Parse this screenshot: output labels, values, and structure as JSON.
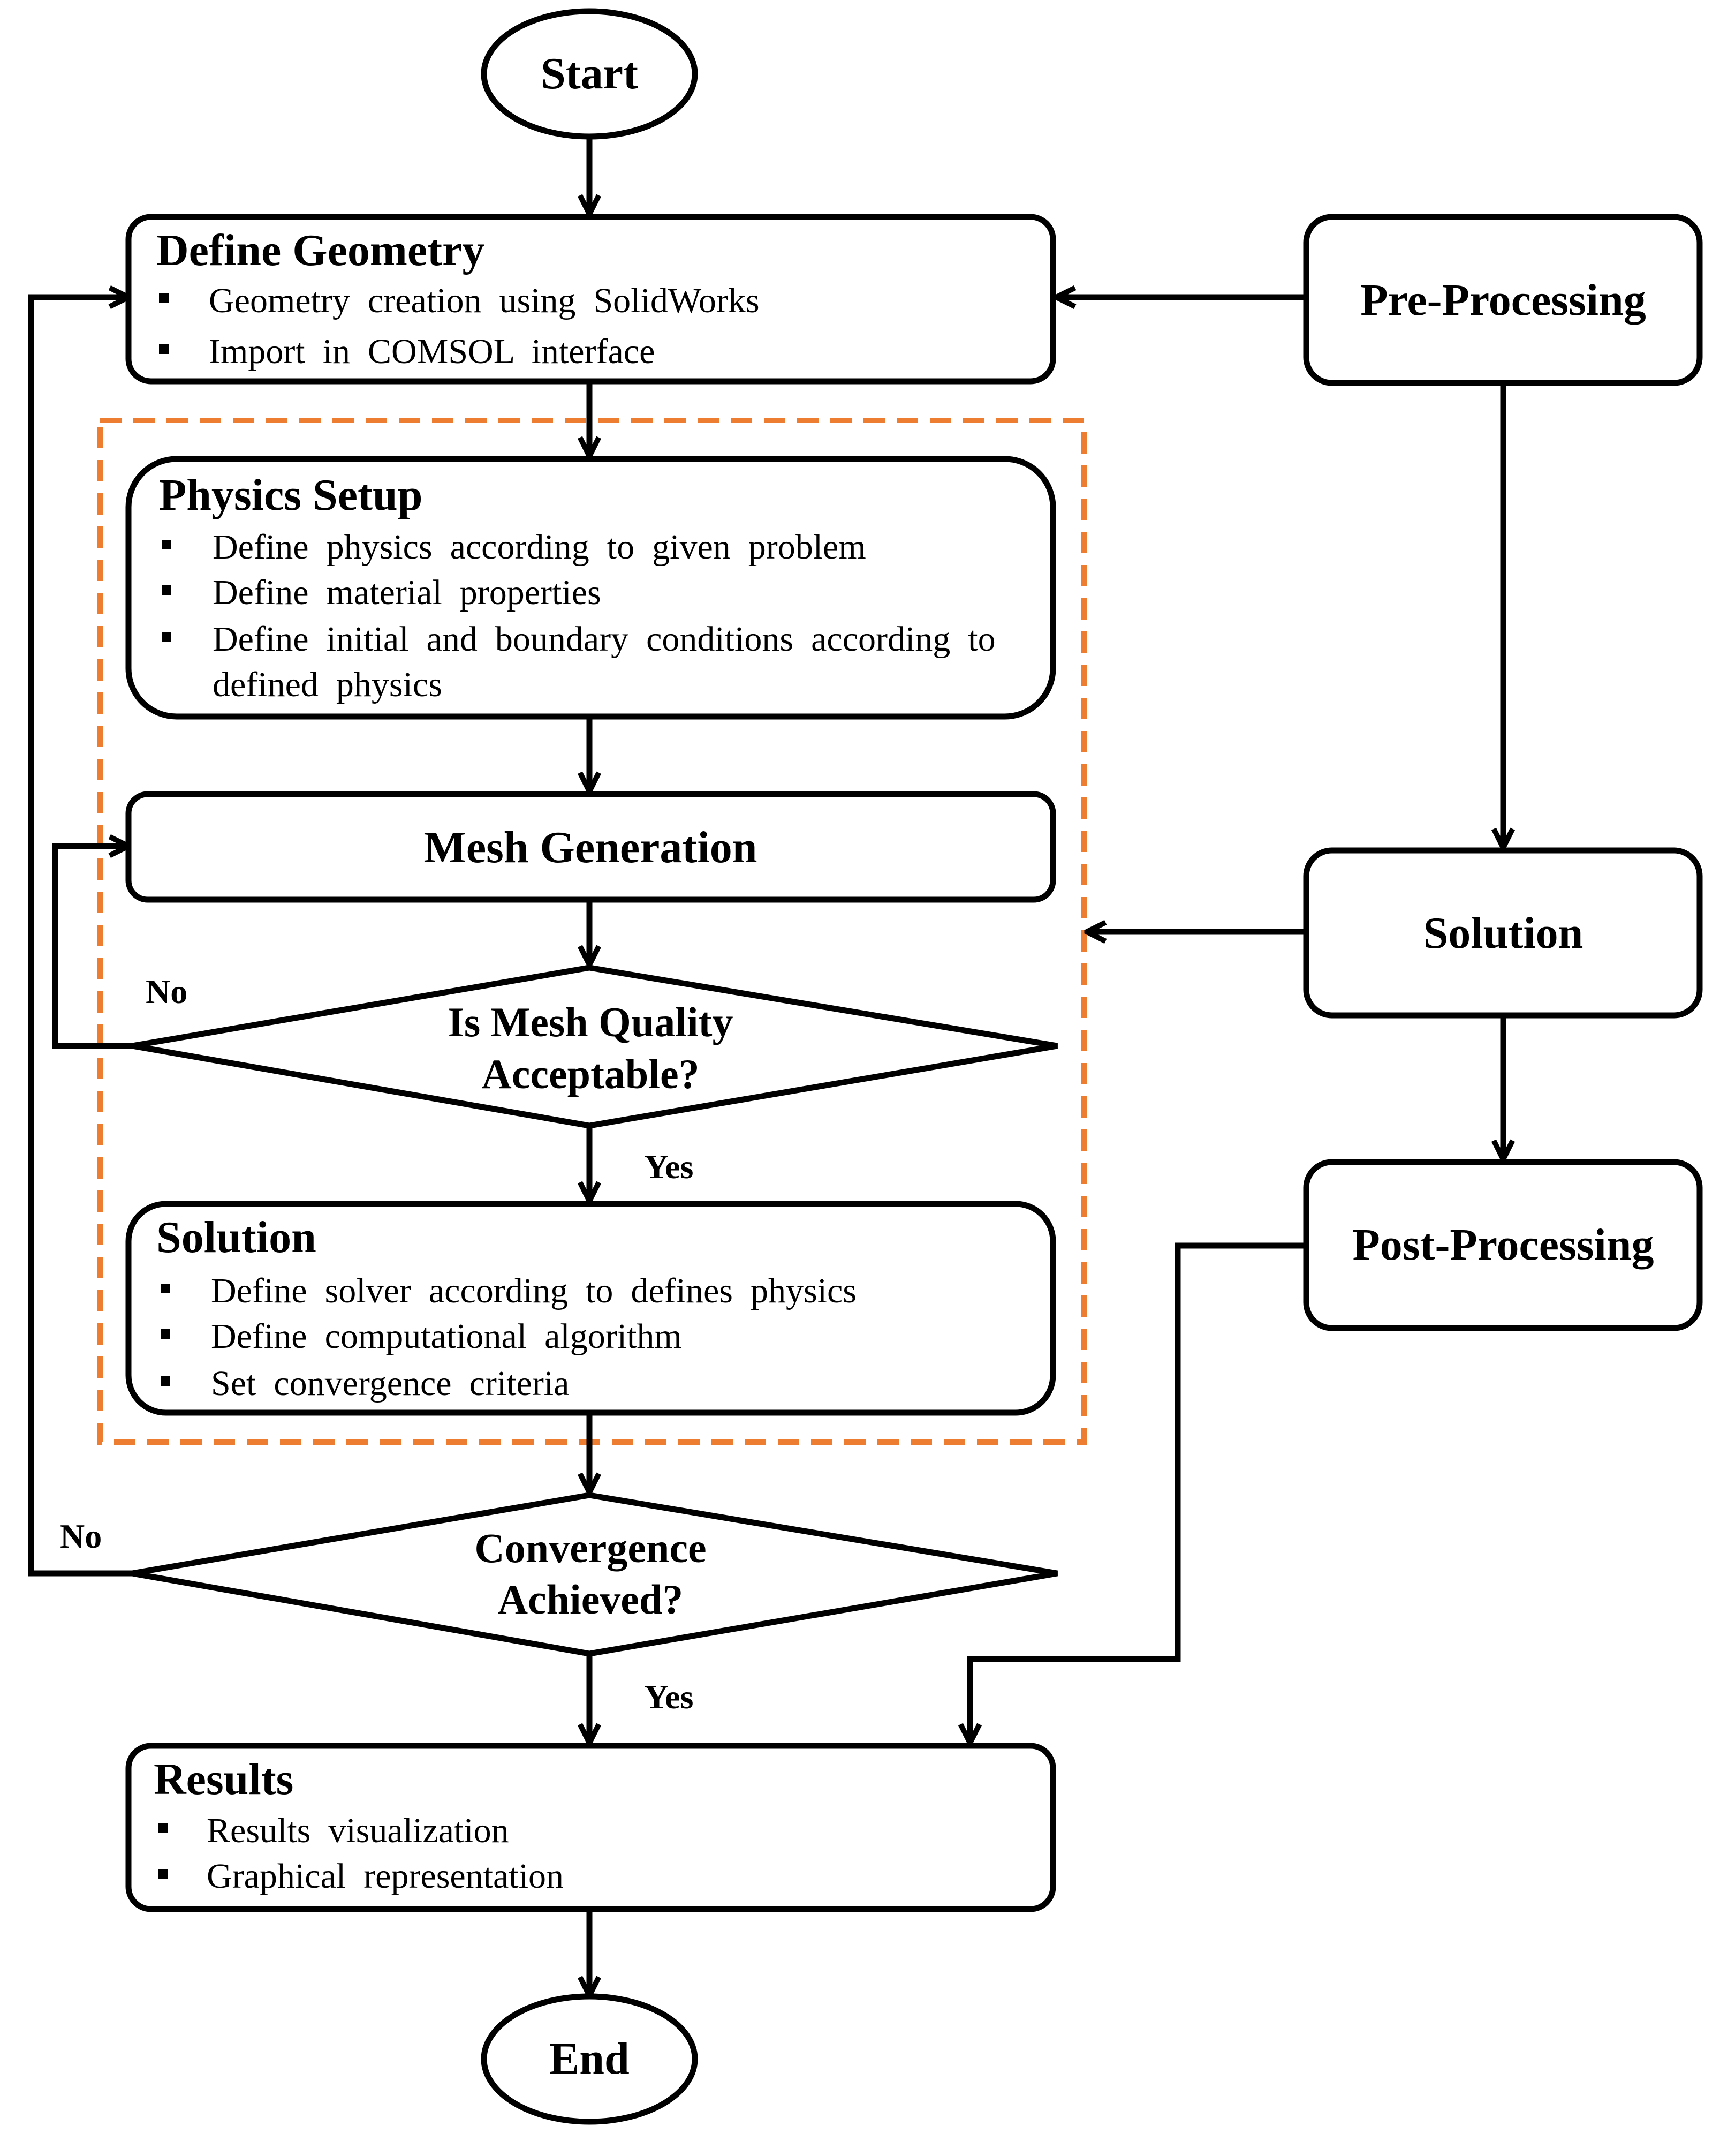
{
  "diagram": {
    "start": "Start",
    "end": "End",
    "define_geometry": {
      "title": "Define Geometry",
      "bullets": [
        "Geometry  creation  using  SolidWorks",
        "Import  in  COMSOL  interface"
      ]
    },
    "physics_setup": {
      "title": "Physics Setup",
      "bullets": [
        "Define  physics  according  to  given  problem",
        "Define  material  properties",
        "Define  initial  and  boundary  conditions  according  to",
        "defined  physics"
      ]
    },
    "mesh_generation": "Mesh Generation",
    "mesh_quality": [
      "Is Mesh Quality",
      "Acceptable?"
    ],
    "solution_box": {
      "title": "Solution",
      "bullets": [
        "Define  solver  according  to  defines  physics",
        "Define  computational  algorithm",
        "Set  convergence  criteria"
      ]
    },
    "convergence": [
      "Convergence",
      "Achieved?"
    ],
    "results": {
      "title": "Results",
      "bullets": [
        "Results  visualization",
        "Graphical  representation"
      ]
    },
    "stages": {
      "pre_processing": "Pre-Processing",
      "solution": "Solution",
      "post_processing": "Post-Processing"
    },
    "labels": {
      "no": "No",
      "yes": "Yes"
    },
    "colors": {
      "line": "#000000",
      "group_border": "#ED7D31",
      "fill": "#ffffff"
    }
  }
}
